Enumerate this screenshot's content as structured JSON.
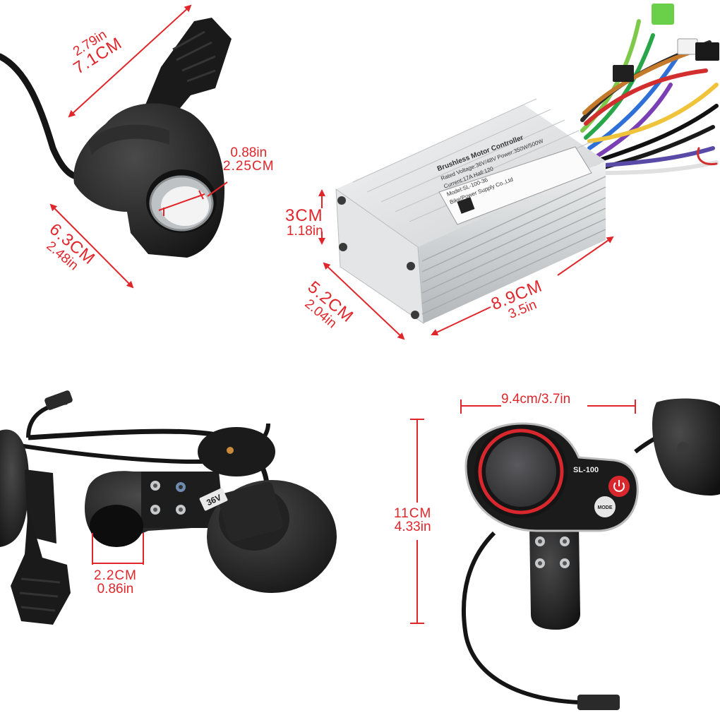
{
  "colors": {
    "dimension_red": "#e0262b",
    "body_black": "#1e1e1e",
    "aluminum": "#d6d8da",
    "screen_red_ring": "#d9282d",
    "power_button": "#d9282d"
  },
  "throttle": {
    "length_in": "2.79in",
    "length_cm": "7.1CM",
    "bore_in": "0.88in",
    "bore_cm": "2.25CM",
    "height_cm": "6.3CM",
    "height_in": "2.48in"
  },
  "controller": {
    "height_cm": "3CM",
    "height_in": "1.18in",
    "depth_cm": "5.2CM",
    "depth_in": "2.04in",
    "length_cm": "8.9CM",
    "length_in": "3.5in",
    "label_lines": [
      "Brushless Motor Controller",
      "Rated Voltage:36V/48V  Power:350W/500W",
      "Current:17A  Hall:120",
      "Model:SL-100-36",
      "Bike/Power Supply Co.,Ltd"
    ]
  },
  "brake": {
    "clamp_cm": "2.2CM",
    "clamp_in": "0.86in",
    "voltage_sticker": "36V"
  },
  "display": {
    "width": "9.4cm/3.7in",
    "height_cm": "11CM",
    "height_in": "4.33in",
    "model": "SL-100",
    "mode_label": "MODE",
    "power_icon": "power-icon"
  }
}
